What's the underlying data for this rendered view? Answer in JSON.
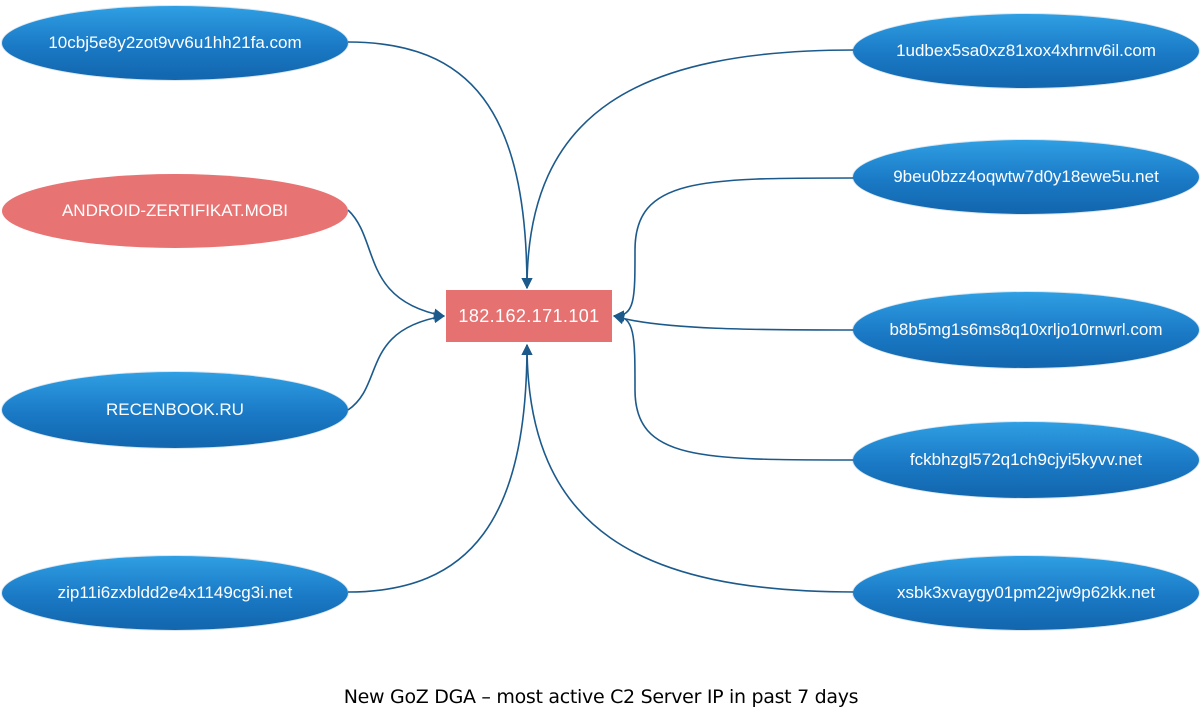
{
  "hub": {
    "label": "182.162.171.101",
    "color": "#e57171"
  },
  "nodes": [
    {
      "id": "l1",
      "label": "10cbj5e8y2zot9vv6u1hh21fa.com",
      "color": "blue"
    },
    {
      "id": "l2",
      "label": "ANDROID-ZERTIFIKAT.MOBI",
      "color": "red"
    },
    {
      "id": "l3",
      "label": "RECENBOOK.RU",
      "color": "blue"
    },
    {
      "id": "l4",
      "label": "zip11i6zxbldd2e4x1149cg3i.net",
      "color": "blue"
    },
    {
      "id": "r1",
      "label": "1udbex5sa0xz81xox4xhrnv6il.com",
      "color": "blue"
    },
    {
      "id": "r2",
      "label": "9beu0bzz4oqwtw7d0y18ewe5u.net",
      "color": "blue"
    },
    {
      "id": "r3",
      "label": "b8b5mg1s6ms8q10xrljo10rnwrl.com",
      "color": "blue"
    },
    {
      "id": "r4",
      "label": "fckbhzgl572q1ch9cjyi5kyvv.net",
      "color": "blue"
    },
    {
      "id": "r5",
      "label": "xsbk3xvaygy01pm22jw9p62kk.net",
      "color": "blue"
    }
  ],
  "caption": "New GoZ DGA – most active C2 Server IP in past 7 days",
  "colors": {
    "edge": "#1c5a8c",
    "node_blue": "#1a79c5",
    "node_red": "#e87373",
    "hub": "#e57171"
  }
}
